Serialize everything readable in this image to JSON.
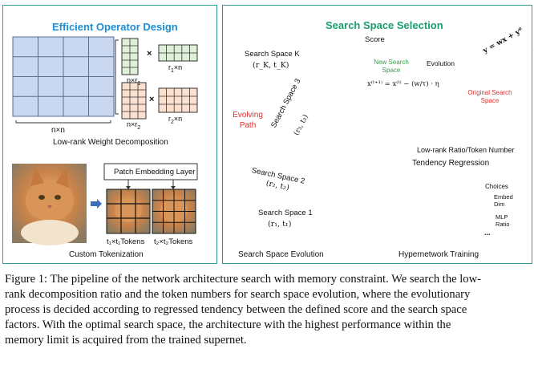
{
  "figure": {
    "left_panel": {
      "title": "Efficient Operator Design",
      "big_matrix_label": "n×n",
      "factor_a1": "n×r",
      "factor_a1_sub": "1",
      "factor_b1": "r",
      "factor_b1_sub": "1",
      "factor_b1_tail": "×n",
      "factor_a2": "n×r",
      "factor_a2_sub": "2",
      "factor_b2": "r",
      "factor_b2_sub": "2",
      "factor_b2_tail": "×n",
      "times_symbol": "×",
      "decomp_caption": "Low-rank Weight Decomposition",
      "patch_layer": "Patch Embedding Layer",
      "tokens_1": "t₁×t₁Tokens",
      "tokens_2": "t₂×t₂Tokens",
      "tokenization_caption": "Custom Tokenization"
    },
    "right_panel": {
      "title": "Search Space Selection",
      "evolving_path": "Evolving Path",
      "space_k": "Search Space K",
      "space_k_params": "(r_K, t_K)",
      "space_3": "Search Space 3",
      "space_3_params": "(r₃, t₃)",
      "space_2": "Search Space 2",
      "space_2_params": "(r₂, t₂)",
      "space_1": "Search Space 1",
      "space_1_params": "(r₁, t₁)",
      "evolution_caption": "Search Space Evolution",
      "score_axis": "Score",
      "x_axis": "Low-rank Ratio/Token Number",
      "new_space": "New Search Space",
      "evolution": "Evolution",
      "original_space": "Original Search Space",
      "regression_line": "y = wx + y⁰",
      "update_rule": "x⁽ᵗ⁺¹⁾ = x⁽ᵗ⁾ − (w/τ) · η",
      "regression_caption": "Tendency Regression",
      "choices": "Choices",
      "embed_dim": "Embed Dim",
      "mlp_ratio": "MLP Ratio",
      "ellipsis": "...",
      "hypernetwork_caption": "Hypernetwork Training"
    },
    "colors": {
      "panel_border": "#2f9e94",
      "title_blue": "#1a8fd8",
      "grid_blue": "#c9d8f0",
      "green_cell": "#dff0d8",
      "orange_cell": "#fbe0cf",
      "path_red": "#e0302e",
      "space_k_fill": "#8fce5a",
      "space_3_fill": "#fdf3c8",
      "space_2_fill": "#e6f2d0",
      "space_1_fill": "#c9d8f0"
    }
  },
  "caption": {
    "lines": [
      "Figure 1: The pipeline of the network architecture search with memory constraint. We search the low-",
      "rank decomposition ratio and the token numbers for search space evolution, where the evolutionary",
      "process is decided according to regressed tendency between the defined score and the search space",
      "factors. With the optimal search space, the architecture with the highest performance within the",
      "memory limit is acquired from the trained supernet."
    ]
  }
}
